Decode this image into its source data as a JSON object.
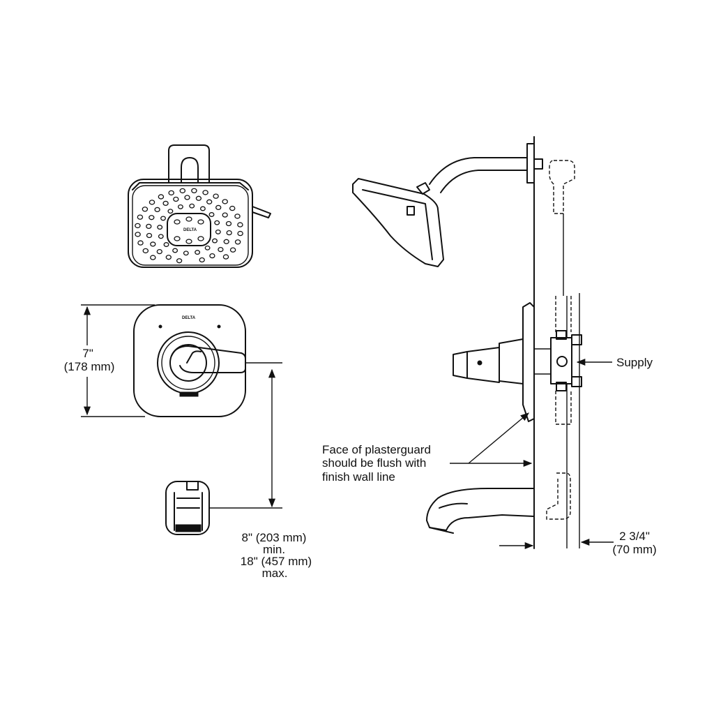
{
  "diagram": {
    "brand_text": "DELTA",
    "labels": {
      "valve_height_in": "7\"",
      "valve_height_mm": "(178 mm)",
      "spout_distance_min": "8\" (203 mm)",
      "min_word": "min.",
      "spout_distance_max": "18\" (457 mm)",
      "max_word": "max.",
      "supply": "Supply",
      "plasterguard_line1": "Face of plasterguard",
      "plasterguard_line2": "should be flush with",
      "plasterguard_line3": "finish wall line",
      "depth_in": "2 3/4\"",
      "depth_mm": "(70 mm)"
    }
  }
}
